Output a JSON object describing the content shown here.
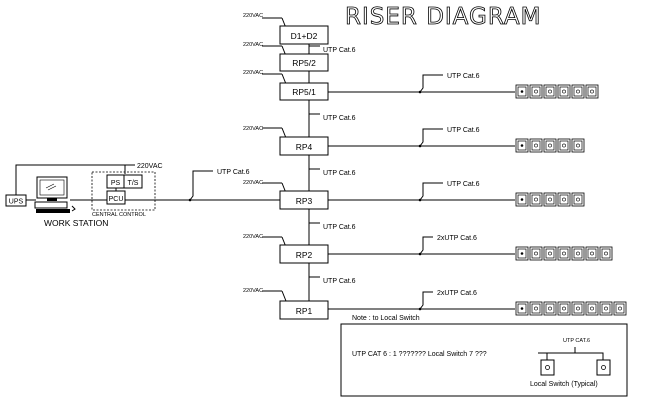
{
  "title": "RISER DIAGRAM",
  "panels": [
    {
      "id": "d1d2",
      "label": "D1+D2",
      "power": "220VAC"
    },
    {
      "id": "rp52",
      "label": "RP5/2",
      "power": "220VAC"
    },
    {
      "id": "rp51",
      "label": "RP5/1",
      "power": "220VAC"
    },
    {
      "id": "rp4",
      "label": "RP4",
      "power": "220VAC"
    },
    {
      "id": "rp3",
      "label": "RP3",
      "power": "220VAC"
    },
    {
      "id": "rp2",
      "label": "RP2",
      "power": "220VAC"
    },
    {
      "id": "rp1",
      "label": "RP1",
      "power": "220VAC"
    }
  ],
  "riser_cable": "UTP Cat.6",
  "floor_cables": {
    "rp51": "UTP Cat.6",
    "rp4": "UTP Cat.6",
    "rp3": "UTP Cat.6",
    "rp2": "2xUTP Cat.6",
    "rp1": "2xUTP Cat.6"
  },
  "workstation": {
    "ups": "UPS",
    "power": "220VAC",
    "ps": "PS",
    "ts": "T/S",
    "pcu": "PCU",
    "central_control": "CENTRAL CONTROL",
    "work_station": "WORK STATION",
    "cable": "UTP Cat.6"
  },
  "switch_counts": {
    "rp51": 6,
    "rp4": 5,
    "rp3": 5,
    "rp2": 7,
    "rp1": 8
  },
  "note": {
    "heading": "Note : to Local Switch",
    "line": "UTP CAT 6  :  1 ???????  Local Switch  7 ???",
    "cable": "UTP CAT.6",
    "caption": "Local Switch (Typical)"
  }
}
